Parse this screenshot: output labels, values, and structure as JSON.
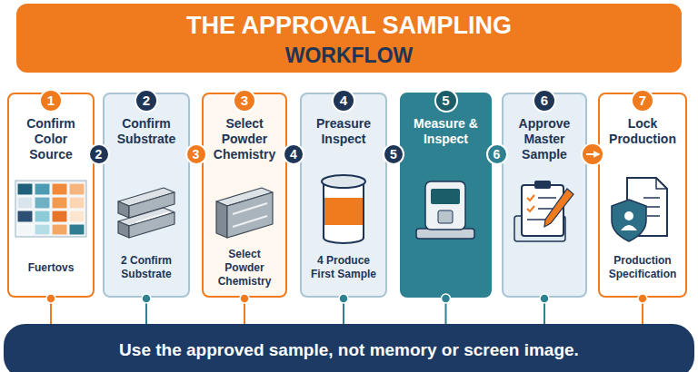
{
  "diagram": {
    "nodes": [
      {
        "text": [
          "THE APPROVAL SAMPLING",
          "WORKFLOW"
        ]
      },
      {
        "text": [
          "1",
          "Confirm Color Source",
          "Fuertovs"
        ]
      },
      {
        "text": [
          "2",
          "Confirm Substrate",
          "2 Confirm Substrate"
        ]
      },
      {
        "text": [
          "3",
          "Select Powder Chemistry",
          "Select Powder Chemistry"
        ]
      },
      {
        "text": [
          "4",
          "Preasure Inspect",
          "4 Produce First Sample"
        ]
      },
      {
        "text": [
          "5",
          "Measure & Inspect"
        ]
      },
      {
        "text": [
          "6",
          "Approve Master Sample"
        ]
      },
      {
        "text": [
          "7",
          "Lock Production",
          "Production Specification"
        ]
      },
      {
        "text": [
          "Use the approved sample, not memory or screen image."
        ]
      }
    ],
    "edges": [
      {
        "from": 1,
        "to": 2,
        "label": "2",
        "arrow": "none"
      },
      {
        "from": 2,
        "to": 3,
        "label": "3",
        "arrow": "none"
      },
      {
        "from": 3,
        "to": 4,
        "label": "4",
        "arrow": "none"
      },
      {
        "from": 4,
        "to": 5,
        "label": "5",
        "arrow": "none"
      },
      {
        "from": 5,
        "to": 6,
        "label": "6",
        "arrow": "none"
      },
      {
        "from": 6,
        "to": 7,
        "arrow": "to"
      },
      {
        "from": 1,
        "to": 8,
        "arrow": "none"
      },
      {
        "from": 2,
        "to": 8,
        "arrow": "none"
      },
      {
        "from": 3,
        "to": 8,
        "arrow": "none"
      },
      {
        "from": 4,
        "to": 8,
        "arrow": "none"
      },
      {
        "from": 5,
        "to": 8,
        "arrow": "none"
      },
      {
        "from": 6,
        "to": 8,
        "arrow": "none"
      },
      {
        "from": 7,
        "to": 8,
        "arrow": "none"
      }
    ]
  }
}
